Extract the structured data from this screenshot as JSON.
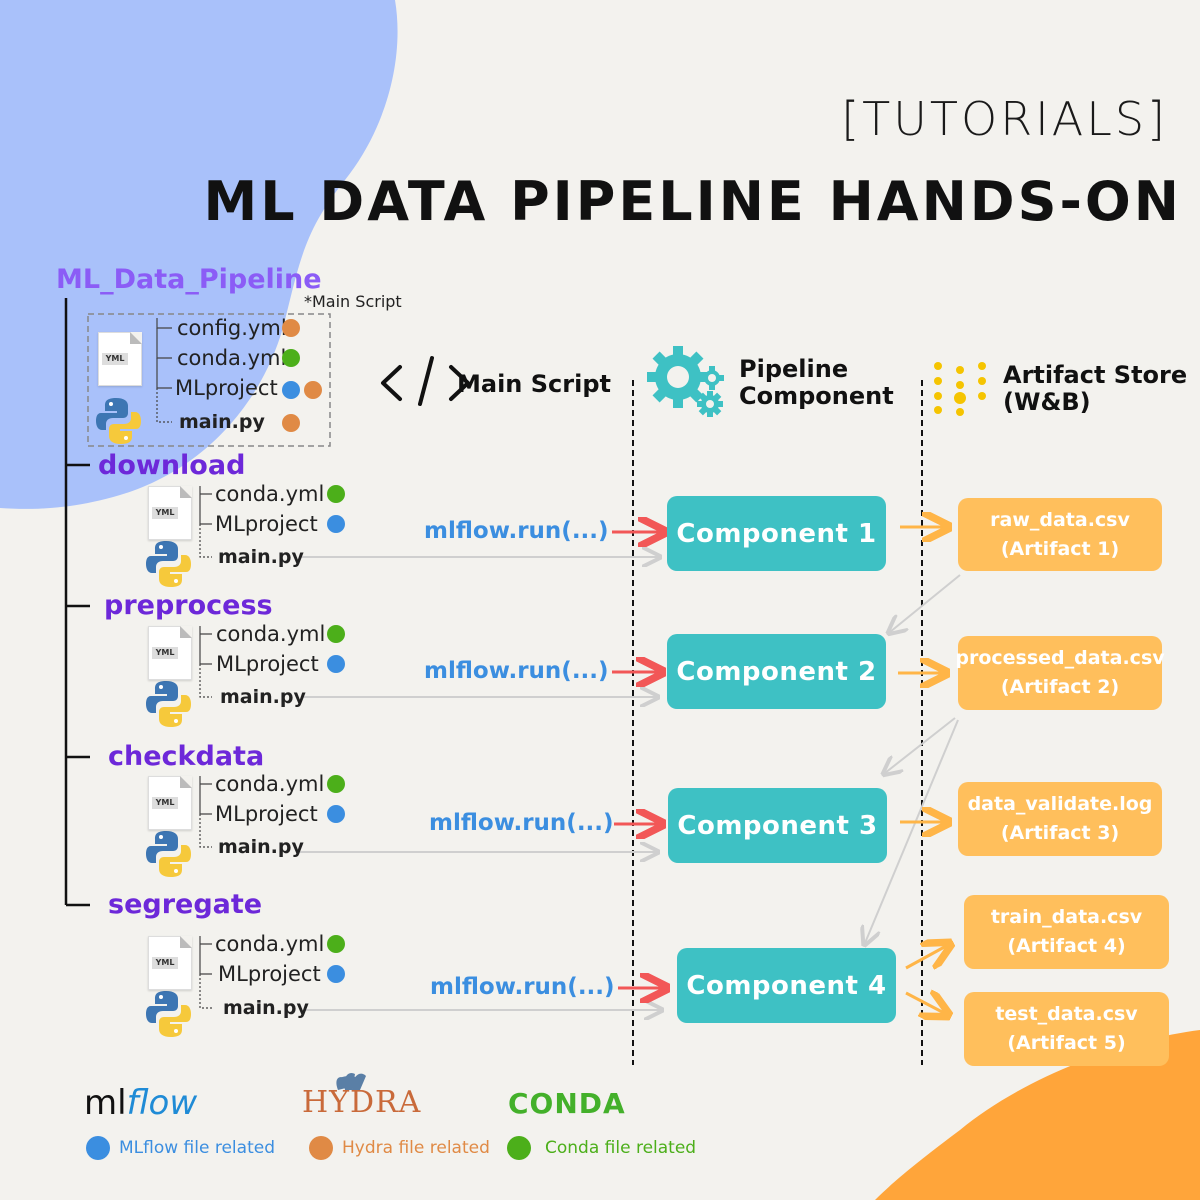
{
  "header": {
    "tag": "[TUTORIALS]",
    "title": "ML DATA PIPELINE HANDS-ON"
  },
  "tree": {
    "root": "ML_Data_Pipeline",
    "main_script_note": "*Main Script",
    "root_files": [
      "config.yml",
      "conda.yml",
      "MLproject",
      "main.py"
    ],
    "folders": [
      {
        "name": "download",
        "files": [
          "conda.yml",
          "MLproject",
          "main.py"
        ]
      },
      {
        "name": "preprocess",
        "files": [
          "conda.yml",
          "MLproject",
          "main.py"
        ]
      },
      {
        "name": "checkdata",
        "files": [
          "conda.yml",
          "MLproject",
          "main.py"
        ]
      },
      {
        "name": "segregate",
        "files": [
          "conda.yml",
          "MLproject",
          "main.py"
        ]
      }
    ]
  },
  "columns": {
    "main_script": "Main Script",
    "pipeline_line1": "Pipeline",
    "pipeline_line2": "Component",
    "artifact_line1": "Artifact Store",
    "artifact_line2": "(W&B)"
  },
  "run_label": "mlflow.run(...)",
  "components": [
    "Component 1",
    "Component 2",
    "Component 3",
    "Component 4"
  ],
  "artifacts": [
    {
      "name": "raw_data.csv",
      "label": "(Artifact 1)"
    },
    {
      "name": "processed_data.csv",
      "label": "(Artifact 2)"
    },
    {
      "name": "data_validate.log",
      "label": "(Artifact 3)"
    },
    {
      "name": "train_data.csv",
      "label": "(Artifact 4)"
    },
    {
      "name": "test_data.csv",
      "label": "(Artifact 5)"
    }
  ],
  "logos": {
    "mlflow_a": "ml",
    "mlflow_b": "flow",
    "hydra": "HYDRA",
    "conda": "CONDA"
  },
  "legend": [
    "MLflow file related",
    "Hydra file related",
    "Conda file related"
  ],
  "colors": {
    "mlflow": "#3b8ee0",
    "hydra": "#e08a45",
    "conda": "#4caf1a",
    "component": "#3ec1c4",
    "artifact": "#ffbf5c",
    "blob_blue": "#a9c1fa",
    "blob_orange": "#ffa53a"
  }
}
